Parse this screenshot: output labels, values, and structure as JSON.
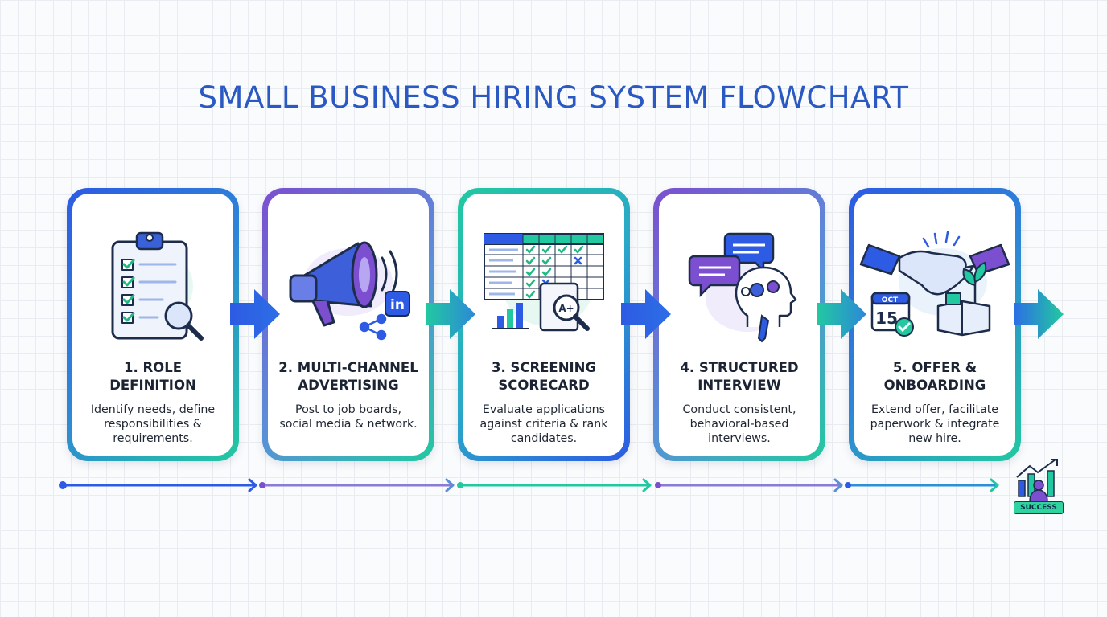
{
  "title": "SMALL BUSINESS HIRING SYSTEM FLOWCHART",
  "colors": {
    "blue": "#2d5be3",
    "purple": "#7b4fd0",
    "teal": "#22c9a0",
    "title": "#2b59c3"
  },
  "steps": [
    {
      "title": "1. ROLE\nDEFINITION",
      "desc": "Identify needs, define\nresponsibilities &\nrequirements.",
      "icon": "clipboard-checklist-icon"
    },
    {
      "title": "2. MULTI-CHANNEL\nADVERTISING",
      "desc": "Post to job boards,\nsocial media & network.",
      "icon": "megaphone-icon"
    },
    {
      "title": "3. SCREENING\nSCORECARD",
      "desc": "Evaluate applications\nagainst criteria & rank\ncandidates.",
      "icon": "scorecard-icon"
    },
    {
      "title": "4. STRUCTURED\nINTERVIEW",
      "desc": "Conduct consistent,\nbehavioral-based\ninterviews.",
      "icon": "interview-icon"
    },
    {
      "title": "5. OFFER &\nONBOARDING",
      "desc": "Extend offer, facilitate\npaperwork & integrate\nnew hire.",
      "icon": "handshake-icon"
    }
  ],
  "icon_text": {
    "linkedin": "in",
    "grade": "A+",
    "calendar_month": "OCT",
    "calendar_day": "15"
  },
  "success_label": "SUCCESS"
}
